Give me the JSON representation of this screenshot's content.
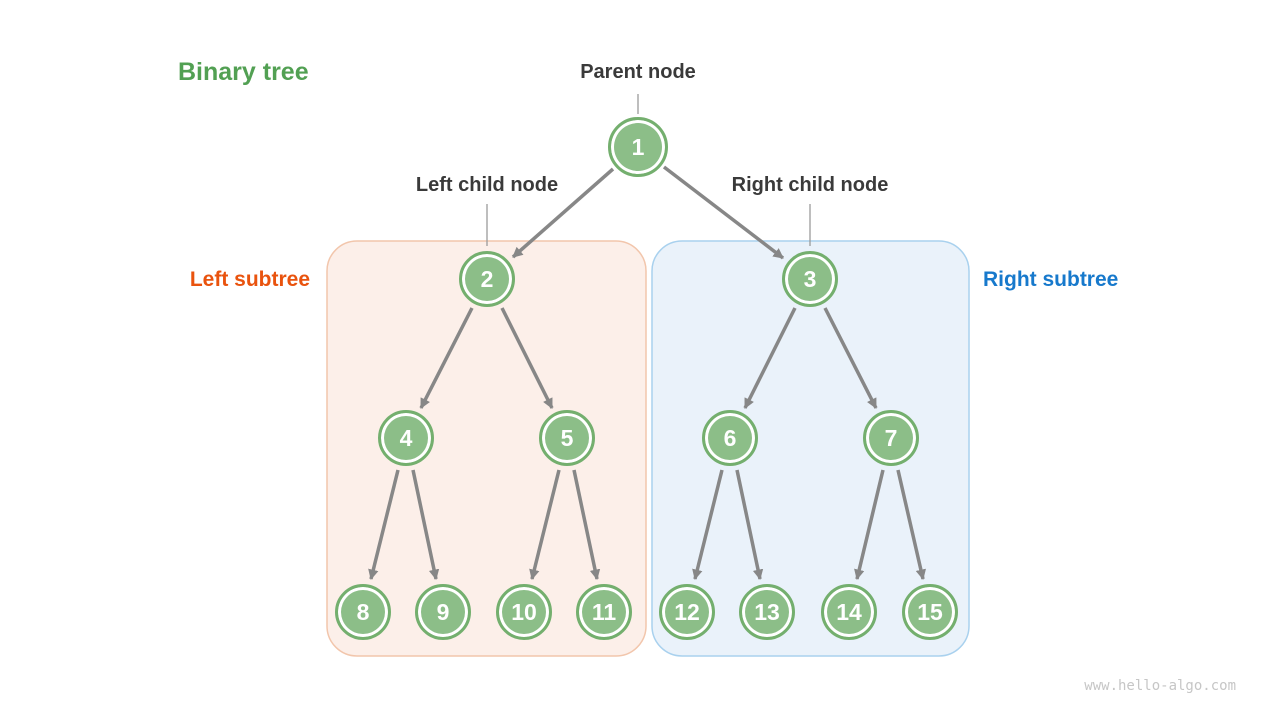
{
  "title": {
    "text": "Binary tree"
  },
  "labels": {
    "parent_node": "Parent node",
    "left_child_node": "Left child node",
    "right_child_node": "Right child node",
    "left_subtree": "Left subtree",
    "right_subtree": "Right subtree"
  },
  "tree": {
    "nodes": [
      {
        "value": "1"
      },
      {
        "value": "2"
      },
      {
        "value": "3"
      },
      {
        "value": "4"
      },
      {
        "value": "5"
      },
      {
        "value": "6"
      },
      {
        "value": "7"
      },
      {
        "value": "8"
      },
      {
        "value": "9"
      },
      {
        "value": "10"
      },
      {
        "value": "11"
      },
      {
        "value": "12"
      },
      {
        "value": "13"
      },
      {
        "value": "14"
      },
      {
        "value": "15"
      }
    ],
    "edges": [
      [
        "1",
        "2"
      ],
      [
        "1",
        "3"
      ],
      [
        "2",
        "4"
      ],
      [
        "2",
        "5"
      ],
      [
        "3",
        "6"
      ],
      [
        "3",
        "7"
      ],
      [
        "4",
        "8"
      ],
      [
        "4",
        "9"
      ],
      [
        "5",
        "10"
      ],
      [
        "5",
        "11"
      ],
      [
        "6",
        "12"
      ],
      [
        "6",
        "13"
      ],
      [
        "7",
        "14"
      ],
      [
        "7",
        "15"
      ]
    ]
  },
  "colors": {
    "title_text": "#52a053",
    "left_subtree_text": "#e9530e",
    "right_subtree_text": "#1779cc",
    "annotation_text": "#3a3a3a",
    "node_fill": "#8cbe88",
    "node_border": "#74af6e",
    "node_text": "#ffffff",
    "arrow": "#878787",
    "pointer_line": "#9b9b9b",
    "left_box_fill": "#fcefe9",
    "left_box_border": "#f2c6ac",
    "right_box_fill": "#eaf2fa",
    "right_box_border": "#a9d1ee"
  },
  "watermark": "www.hello-algo.com"
}
